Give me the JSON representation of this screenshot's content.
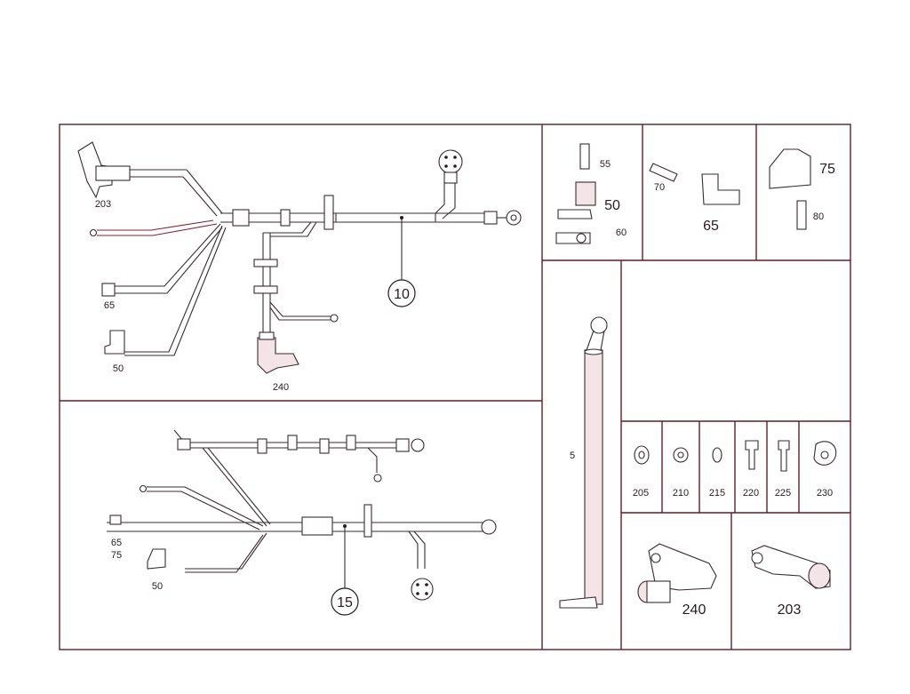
{
  "panels": {
    "harness_a": {
      "callout": "10",
      "labels": {
        "p203": "203",
        "p65": "65",
        "p50": "50",
        "p240": "240"
      }
    },
    "harness_b": {
      "callout": "15",
      "labels": {
        "p65": "65",
        "p75": "75",
        "p50": "50"
      }
    },
    "connectors_1": {
      "labels": {
        "p55": "55",
        "p50": "50",
        "p60": "60"
      }
    },
    "connectors_2": {
      "labels": {
        "p70": "70",
        "p65": "65"
      }
    },
    "connectors_3": {
      "labels": {
        "p75": "75",
        "p80": "80"
      }
    },
    "rod": {
      "label": "5"
    },
    "hardware": {
      "labels": [
        "205",
        "210",
        "215",
        "220",
        "225",
        "230"
      ]
    },
    "holders": {
      "labels": {
        "p240": "240",
        "p203": "203"
      }
    }
  },
  "colors": {
    "frame": "#5a1e2c",
    "accent_wire": "#8a1e36",
    "line": "#3a2a2e"
  }
}
